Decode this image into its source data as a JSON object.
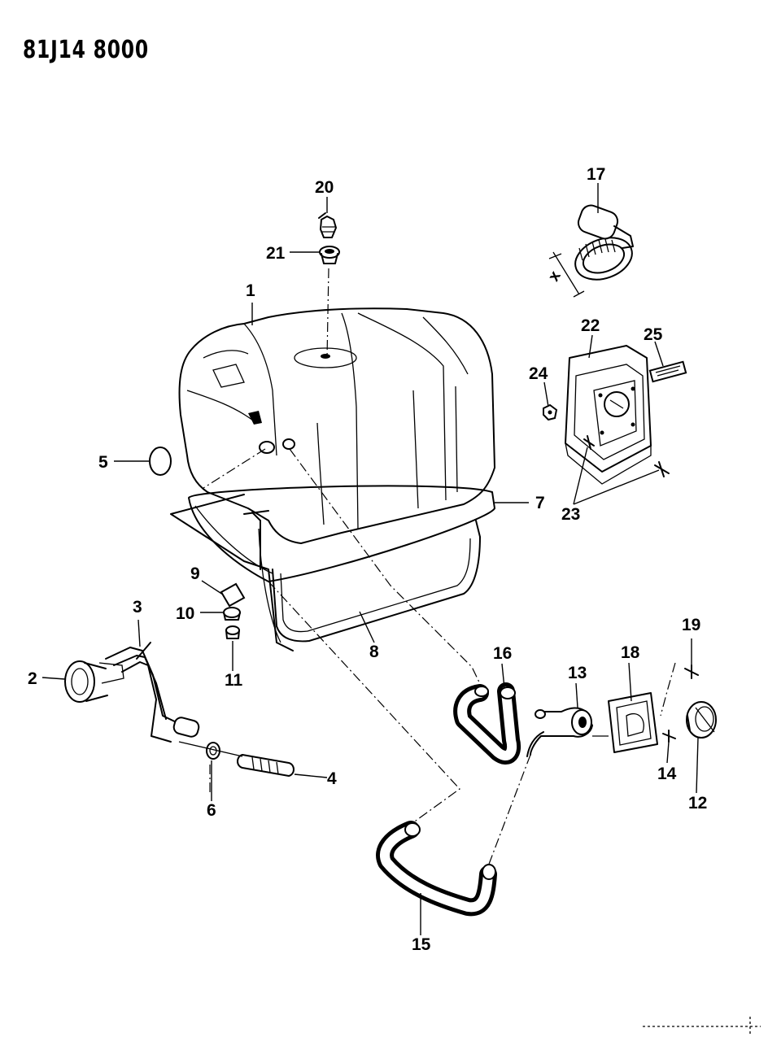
{
  "diagram": {
    "code": "81J14 8000",
    "dimension_label": "X",
    "callouts": [
      "1",
      "2",
      "3",
      "4",
      "5",
      "6",
      "7",
      "8",
      "9",
      "10",
      "11",
      "12",
      "13",
      "14",
      "15",
      "16",
      "17",
      "18",
      "19",
      "20",
      "21",
      "22",
      "23",
      "24",
      "25"
    ]
  }
}
